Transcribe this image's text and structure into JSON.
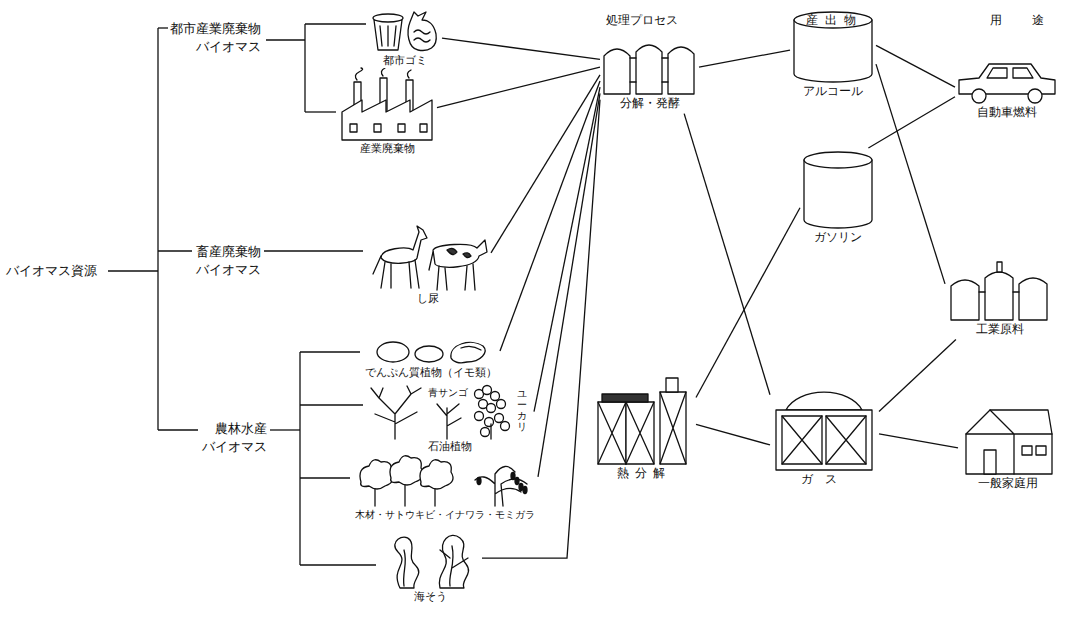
{
  "diagram": {
    "nodes": [
      {
        "text": [
          "都市ゴミ"
        ]
      },
      {
        "text": [
          "産業廃棄物"
        ]
      },
      {
        "text": [
          "し尿"
        ]
      },
      {
        "text": [
          "でんぷん質植物（イモ類）"
        ]
      },
      {
        "text": [
          "青サンゴ",
          "ユーカリ",
          "石油植物"
        ]
      },
      {
        "text": [
          "木材・サトウキビ・イナワラ・モミガラ"
        ]
      },
      {
        "text": [
          "海そう"
        ]
      },
      {
        "text": [
          "分解・発酵"
        ]
      },
      {
        "text": [
          "熱分解"
        ]
      },
      {
        "text": [
          "アルコール"
        ]
      },
      {
        "text": [
          "ガソリン"
        ]
      },
      {
        "text": [
          "ガス"
        ]
      },
      {
        "text": [
          "自動車燃料"
        ]
      },
      {
        "text": [
          "工業原料"
        ]
      },
      {
        "text": [
          "一般家庭用"
        ]
      }
    ],
    "edges": [
      {
        "from": 0,
        "to": 7,
        "arrow": "none"
      },
      {
        "from": 1,
        "to": 7,
        "arrow": "none"
      },
      {
        "from": 2,
        "to": 7,
        "arrow": "none"
      },
      {
        "from": 3,
        "to": 7,
        "arrow": "none"
      },
      {
        "from": 4,
        "to": 7,
        "arrow": "none"
      },
      {
        "from": 5,
        "to": 7,
        "arrow": "none"
      },
      {
        "from": 6,
        "to": 7,
        "arrow": "none"
      },
      {
        "from": 7,
        "to": 9,
        "arrow": "none"
      },
      {
        "from": 7,
        "to": 11,
        "arrow": "none"
      },
      {
        "from": 8,
        "to": 10,
        "arrow": "none"
      },
      {
        "from": 8,
        "to": 11,
        "arrow": "none"
      },
      {
        "from": 9,
        "to": 12,
        "arrow": "none"
      },
      {
        "from": 9,
        "to": 13,
        "arrow": "none"
      },
      {
        "from": 10,
        "to": 12,
        "arrow": "none"
      },
      {
        "from": 11,
        "to": 13,
        "arrow": "none"
      },
      {
        "from": 11,
        "to": 14,
        "arrow": "none"
      }
    ],
    "labels": [
      "バイオマス資源",
      "都市産業廃棄物 バイオマス",
      "畜産廃棄物 バイオマス",
      "農林水産 バイオマス",
      "処理プロセス",
      "産出物",
      "用途"
    ]
  }
}
